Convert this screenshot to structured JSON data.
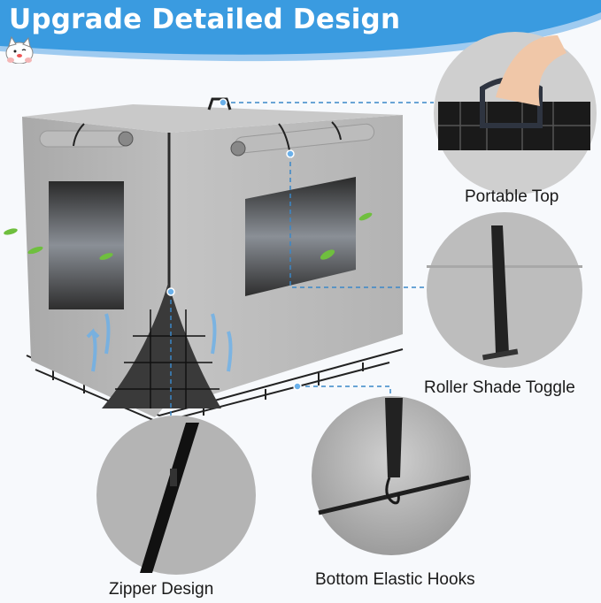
{
  "banner": {
    "title": "Upgrade Detailed Design",
    "color": "#3a9be0",
    "mascot": "dog-mascot-icon"
  },
  "product": {
    "name": "dog crate cover",
    "fabric_color": "#b9b9b9",
    "mesh_windows": 2
  },
  "callouts": [
    {
      "id": "portable-top",
      "label": "Portable Top"
    },
    {
      "id": "roller-shade-toggle",
      "label": "Roller Shade Toggle"
    },
    {
      "id": "bottom-elastic-hooks",
      "label": "Bottom Elastic Hooks"
    },
    {
      "id": "zipper-design",
      "label": "Zipper Design"
    }
  ],
  "colors": {
    "accent": "#3a9be0",
    "callout_line": "#3a87c8",
    "background": "#f7f9fc",
    "text": "#1a1a1a"
  }
}
